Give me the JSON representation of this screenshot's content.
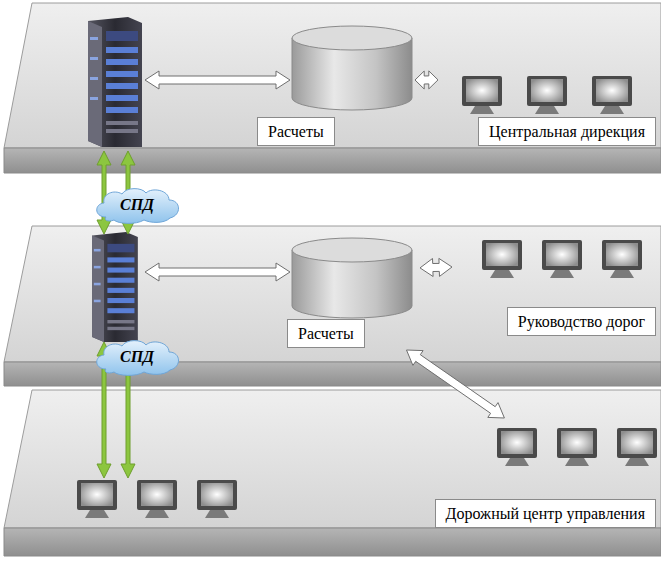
{
  "diagram": {
    "nodes": [
      {
        "text": [
          "Расчеты"
        ]
      },
      {
        "text": [
          "Центральная дирекция"
        ]
      },
      {
        "text": [
          "СПД"
        ]
      },
      {
        "text": [
          "Расчеты"
        ]
      },
      {
        "text": [
          "Руководство дорог"
        ]
      },
      {
        "text": [
          "СПД"
        ]
      },
      {
        "text": [
          "Дорожный центр управления"
        ]
      }
    ],
    "edges": [
      {
        "from": 0,
        "to": 1,
        "arrow": "both"
      },
      {
        "from": 3,
        "to": 4,
        "arrow": "both"
      },
      {
        "from": 3,
        "to": 6,
        "arrow": "both"
      }
    ]
  }
}
